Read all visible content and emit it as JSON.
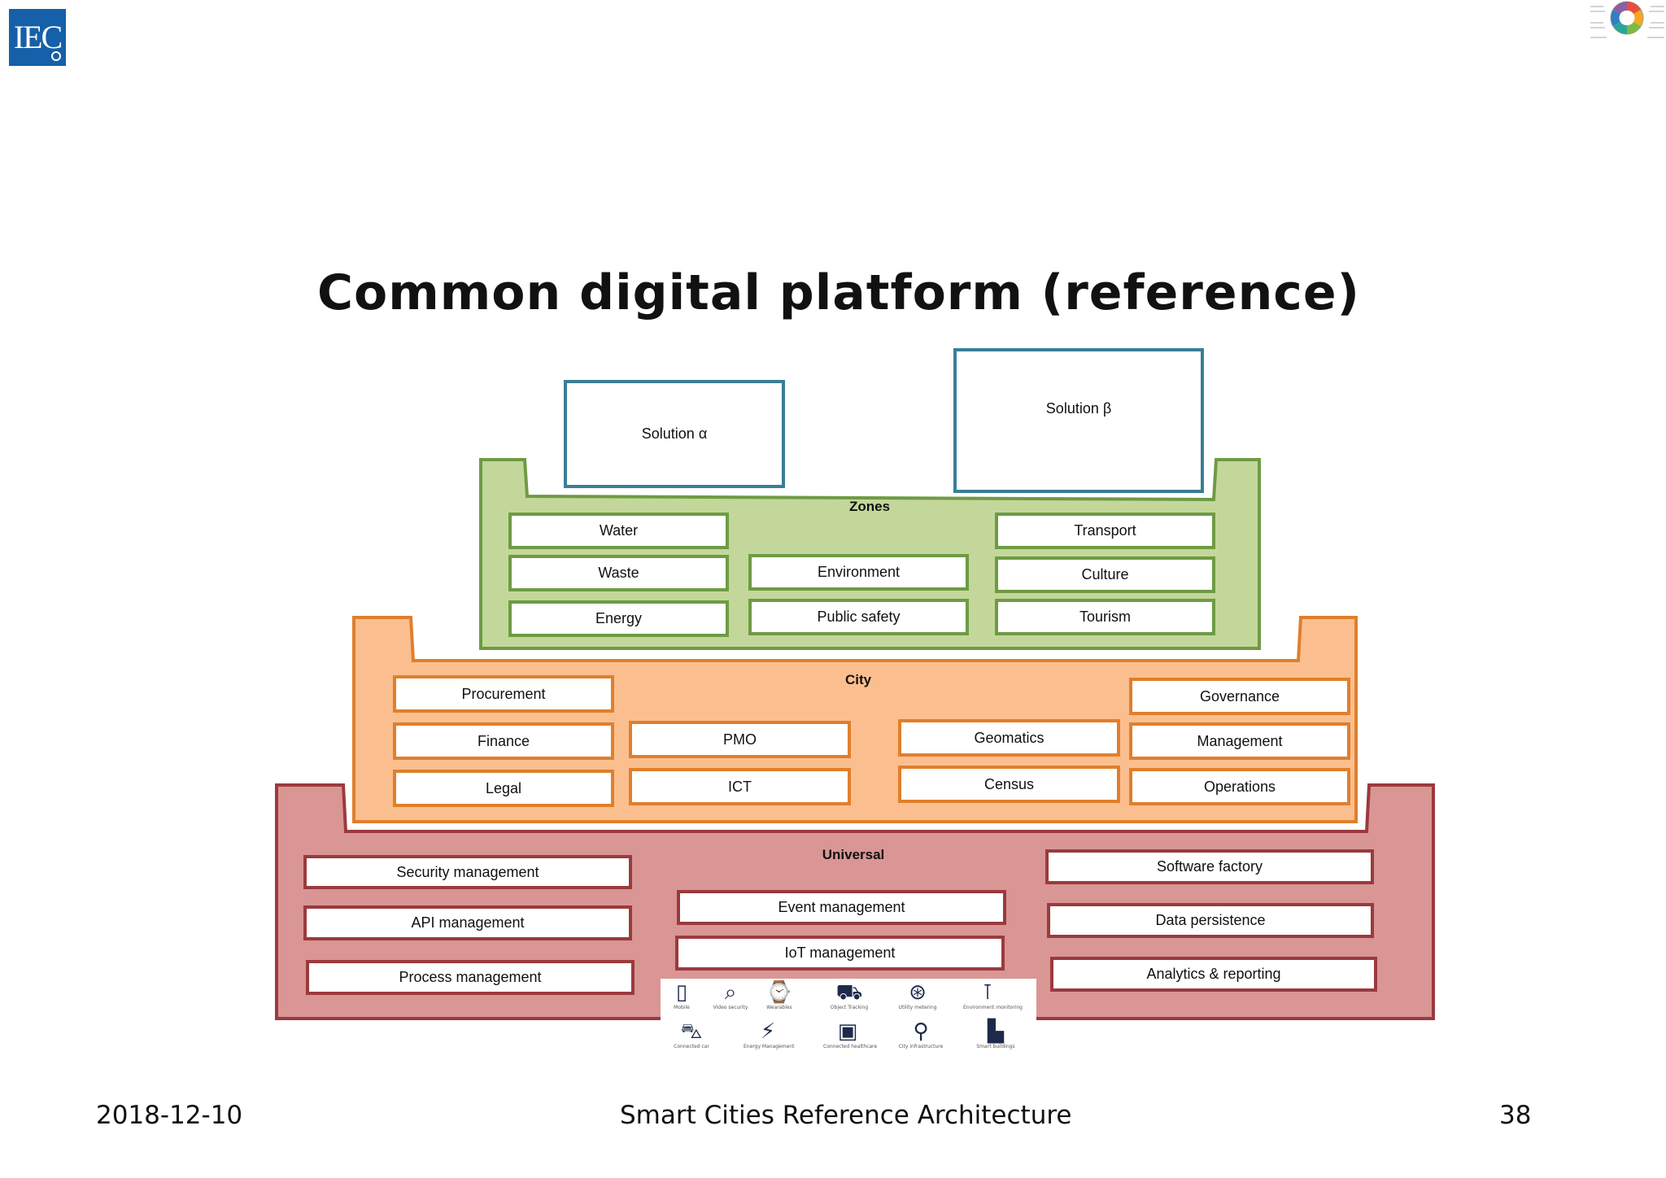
{
  "header": {
    "logo_text": "IEC"
  },
  "title": "Common digital platform (reference)",
  "solutions": {
    "alpha": "Solution α",
    "beta": "Solution β"
  },
  "zones": {
    "label": "Zones",
    "left": [
      "Water",
      "Waste",
      "Energy"
    ],
    "center": [
      "Environment",
      "Public safety"
    ],
    "right": [
      "Transport",
      "Culture",
      "Tourism"
    ]
  },
  "city": {
    "label": "City",
    "col1": [
      "Procurement",
      "Finance",
      "Legal"
    ],
    "col2": [
      "PMO",
      "ICT"
    ],
    "col3": [
      "Geomatics",
      "Census"
    ],
    "col4": [
      "Governance",
      "Management",
      "Operations"
    ]
  },
  "universal": {
    "label": "Universal",
    "left": [
      "Security management",
      "API management",
      "Process management"
    ],
    "center": [
      "Event management",
      "IoT management"
    ],
    "right": [
      "Software factory",
      "Data persistence",
      "Analytics & reporting"
    ]
  },
  "icons": [
    {
      "name": "mobile-icon",
      "glyph": "▯",
      "caption": "Mobile"
    },
    {
      "name": "video-security-icon",
      "glyph": "⌕",
      "caption": "Video security"
    },
    {
      "name": "wearables-icon",
      "glyph": "⌚",
      "caption": "Wearables"
    },
    {
      "name": "object-tracking-icon",
      "glyph": "⛟",
      "caption": "Object Tracking"
    },
    {
      "name": "utility-metering-icon",
      "glyph": "⊛",
      "caption": "Utility metering"
    },
    {
      "name": "environment-monitoring-icon",
      "glyph": "⊺",
      "caption": "Environment monitoring"
    },
    {
      "name": "connected-car-icon",
      "glyph": "⛍",
      "caption": "Connected car"
    },
    {
      "name": "energy-management-icon",
      "glyph": "⚡",
      "caption": "Energy Management"
    },
    {
      "name": "connected-healthcare-icon",
      "glyph": "▣",
      "caption": "Connected healthcare"
    },
    {
      "name": "city-infrastructure-icon",
      "glyph": "⚲",
      "caption": "City infrastructure"
    },
    {
      "name": "smart-buildings-icon",
      "glyph": "▙",
      "caption": "Smart buildings"
    }
  ],
  "colors": {
    "zones_fill": "#c4d79b",
    "zones_border": "#6e9b43",
    "city_fill": "#fbbf8f",
    "city_border": "#e07f2c",
    "universal_fill": "#d99694",
    "universal_border": "#9b3a3e",
    "solution_border": "#3a7e98",
    "logo_blue": "#1560a8"
  },
  "footer": {
    "date": "2018-12-10",
    "center": "Smart Cities Reference Architecture",
    "page": "38"
  }
}
